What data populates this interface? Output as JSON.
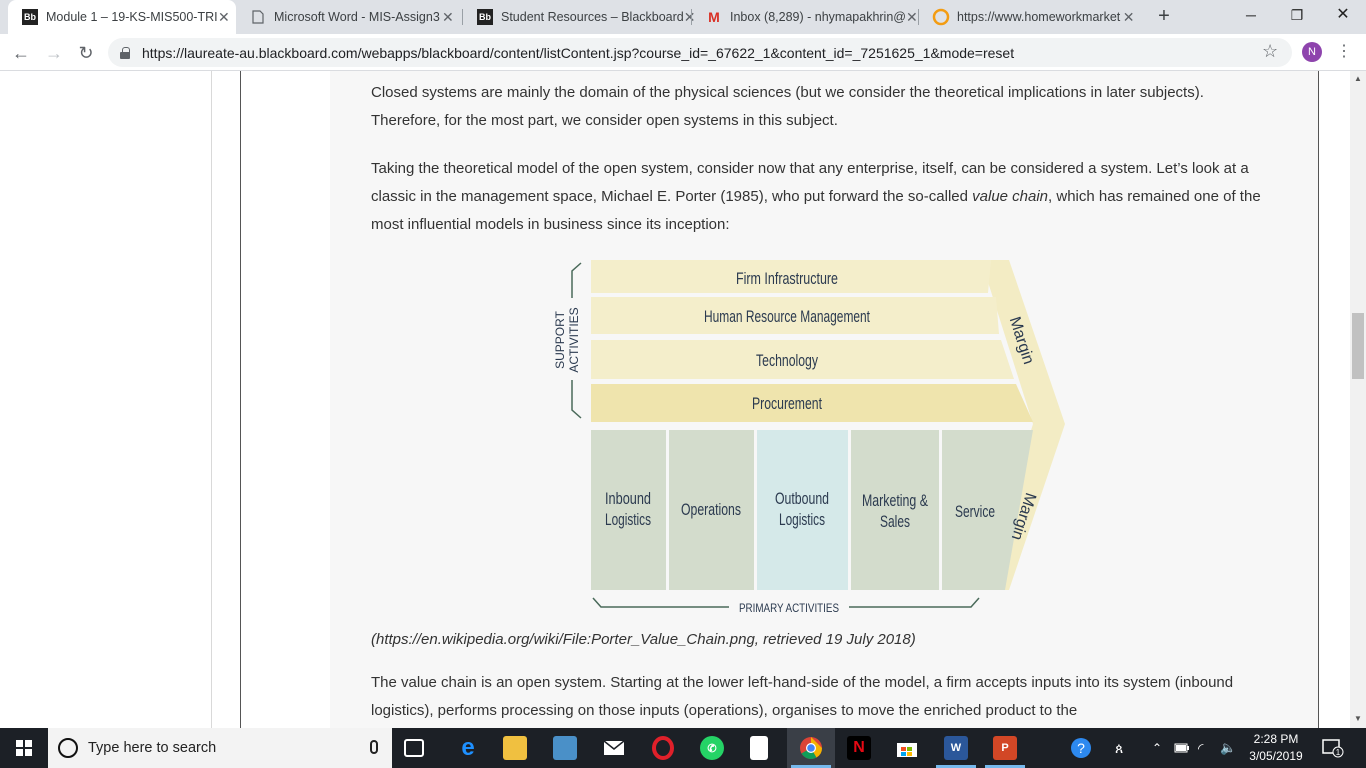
{
  "browser": {
    "tabs": [
      {
        "favicon": "Bb",
        "title": "Module 1 – 19-KS-MIS500-TRI",
        "active": true
      },
      {
        "favicon": "doc-icon",
        "title": "Microsoft Word - MIS-Assign3",
        "active": false
      },
      {
        "favicon": "Bb",
        "title": "Student Resources – Blackboard",
        "active": false
      },
      {
        "favicon": "M",
        "title": "Inbox (8,289) - nhymapakhrin@",
        "active": false
      },
      {
        "favicon": "hm",
        "title": "https://www.homeworkmarket",
        "active": false
      }
    ],
    "url": "https://laureate-au.blackboard.com/webapps/blackboard/content/listContent.jsp?course_id=_67622_1&content_id=_7251625_1&mode=reset",
    "profile_initial": "N"
  },
  "article": {
    "para1": "Closed systems are mainly the domain of the physical sciences (but we consider the theoretical implications in later subjects). Therefore, for the most part, we consider open systems in this subject.",
    "para2_a": "Taking the theoretical model of the open system, consider now that any enterprise, itself, can be considered a system. Let’s look at a classic in the management space, Michael E. Porter (1985), who put forward the so-called ",
    "para2_em": "value chain",
    "para2_b": ", which has remained one of the most influential models in business since its inception:",
    "caption": "(https://en.wikipedia.org/wiki/File:Porter_Value_Chain.png, retrieved 19 July 2018)",
    "para3": "The value chain is an open system. Starting at the lower left-hand-side of the model, a firm accepts inputs into its system (inbound logistics), performs processing on those inputs (operations), organises to move the enriched product to the"
  },
  "diagram": {
    "support_label_1": "SUPPORT",
    "support_label_2": "ACTIVITIES",
    "support": [
      "Firm Infrastructure",
      "Human Resource Management",
      "Technology",
      "Procurement"
    ],
    "primary": [
      {
        "line1": "Inbound",
        "line2": "Logistics"
      },
      {
        "line1": "Operations",
        "line2": ""
      },
      {
        "line1": "Outbound",
        "line2": "Logistics"
      },
      {
        "line1": "Marketing &",
        "line2": "Sales"
      },
      {
        "line1": "Service",
        "line2": ""
      }
    ],
    "margin": "Margin",
    "primary_label": "PRIMARY ACTIVITIES",
    "colors": {
      "support_row": "#f4eecb",
      "procurement": "#efe4ad",
      "primary": "#d3dccc",
      "outbound": "#d5e9e9",
      "margin": "#f3ecc4",
      "text": "#2b3a4f"
    }
  },
  "taskbar": {
    "search_placeholder": "Type here to search",
    "time": "2:28 PM",
    "date": "3/05/2019",
    "notification_count": "1"
  }
}
